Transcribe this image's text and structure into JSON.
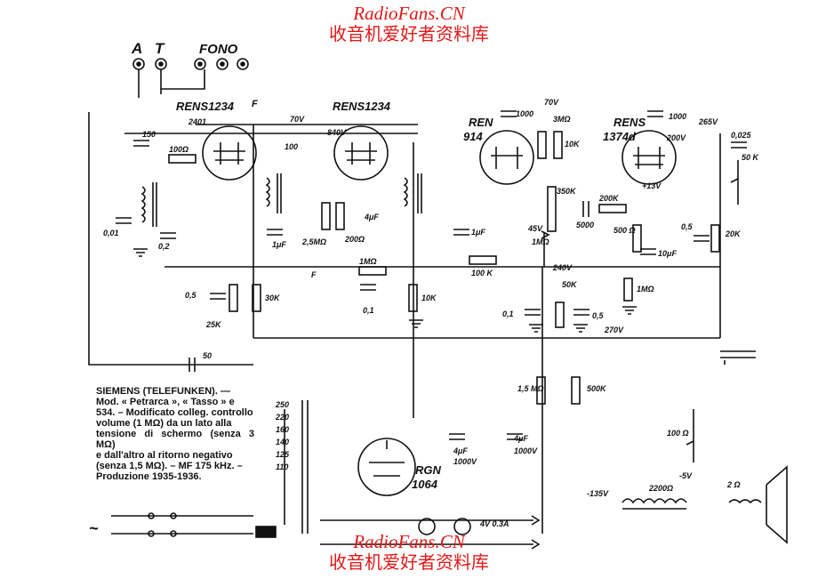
{
  "watermark": {
    "site": "RadioFans.CN",
    "chinese": "收音机爱好者资料库"
  },
  "terminals": {
    "a": "A",
    "t": "T",
    "fono": "FONO",
    "f_top": "F"
  },
  "tubes": {
    "v1": "RENS1234",
    "v2": "RENS1234",
    "v3_line1": "REN",
    "v3_line2": "914",
    "v4_line1": "RENS",
    "v4_line2": "1374d",
    "rect_line1": "RGN",
    "rect_line2": "1064"
  },
  "components": {
    "c150": "150",
    "r100": "100Ω",
    "c001": "0,01",
    "c02": "0,2",
    "c100": "100",
    "c1uf_a": "1μF",
    "r25m": "2,5MΩ",
    "r200": "200Ω",
    "c4uf_small": "4μF",
    "c1uf_b": "1μF",
    "c1000_a": "1000",
    "c1000_b": "1000",
    "r3m": "3MΩ",
    "r10k_a": "10K",
    "r350k": "350K",
    "r200k": "200K",
    "c5000": "5000",
    "r500": "500 Ω",
    "c10uf": "10μF",
    "r1m_a": "1MΩ",
    "c0025": "0,025",
    "r50k_a": "50 K",
    "c05_a": "0,5",
    "r20k": "20K",
    "r1m_b": "1MΩ",
    "r100k": "100 K",
    "r1m_c": "1MΩ",
    "f_mid": "F",
    "c01_a": "0,1",
    "r10k_b": "10K",
    "c05_b": "0,5",
    "r30k": "30K",
    "r25k": "25K",
    "c01_b": "0,1",
    "r50k_b": "50K",
    "c05_c": "0,5",
    "c50": "50",
    "r15m": "1,5 MΩ",
    "r500k": "500K",
    "c4uf_a": "4μF",
    "c4uf_a_v": "1000V",
    "c4uf_b": "4μF",
    "c4uf_b_v": "1000V",
    "r100_pot": "100 Ω",
    "choke": "2200Ω",
    "speaker": "2 Ω",
    "lamp": "4V 0.3A"
  },
  "voltages": {
    "v70a": "70V",
    "v840": "840V",
    "v70b": "70V",
    "v265": "265V",
    "v200": "200V",
    "v13": "+13V",
    "v45": "45V",
    "v240": "240V",
    "v270": "270V",
    "v135": "-135V",
    "v5": "-5V",
    "v2401": "2401"
  },
  "taps": [
    "250",
    "220",
    "160",
    "140",
    "125",
    "110"
  ],
  "caption": {
    "l1": "SIEMENS (TELEFUNKEN). —",
    "l2": "Mod. « Petrarca », « Tasso » e",
    "l3": "534. – Modificato colleg. controllo",
    "l4": "volume (1 MΩ) da un lato alla",
    "l5": "tensione di schermo (senza 3 MΩ)",
    "l6": "e dall'altro al ritorno negativo",
    "l7": "(senza 1,5 MΩ). – MF 175 kHz. –",
    "l8": "Produzione 1935-1936."
  },
  "mains_symbol": "~"
}
